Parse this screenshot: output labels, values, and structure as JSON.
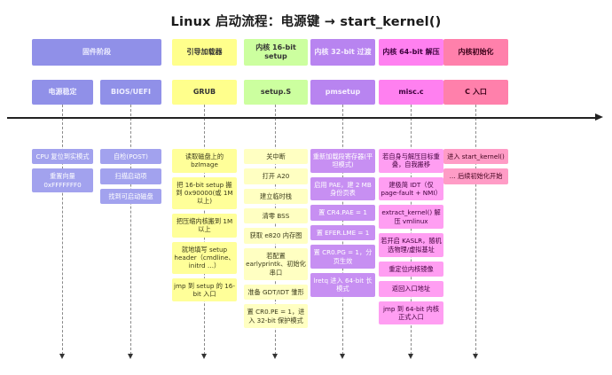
{
  "title": "Linux 启动流程：电源键 → start_kernel()",
  "colors": {
    "purple": "#9090e8",
    "yellow": "#ffff8c",
    "green": "#ccff9f",
    "pale_yellow": "#ffffc2",
    "violet": "#b884f0",
    "violet_light": "#c78ff2",
    "magenta": "#ff80f0",
    "magenta_light": "#ff9ef2",
    "pink": "#ff80ab",
    "pink_light": "#ff9cc6",
    "connector": "#8a8a8a",
    "timeline": "#222222"
  },
  "phases": [
    {
      "label": "固件阶段"
    },
    {
      "label": "引导加载器"
    },
    {
      "label": "内核 16-bit setup"
    },
    {
      "label": "内核 32-bit 过渡"
    },
    {
      "label": "内核 64-bit 解压"
    },
    {
      "label": "内核初始化"
    }
  ],
  "lanes": [
    {
      "label": "电源稳定",
      "steps": [
        "CPU 复位到实模式",
        "重置向量 0xFFFFFFF0"
      ]
    },
    {
      "label": "BIOS/UEFI",
      "steps": [
        "自检(POST)",
        "扫描启动项",
        "找到可启动磁盘"
      ]
    },
    {
      "label": "GRUB",
      "steps": [
        "读取磁盘上的 bzImage",
        "把 16-bit setup 搬到 0x90000(或 1M 以上)",
        "把压缩内核搬到 1M 以上",
        "就地填写 setup header（cmdline、initrd …）",
        "jmp 到 setup 的 16-bit 入口"
      ]
    },
    {
      "label": "setup.S",
      "steps": [
        "关中断",
        "打开 A20",
        "建立临时栈",
        "清零 BSS",
        "获取 e820 内存图",
        "若配置 earlyprintk、初始化串口",
        "准备 GDT/IDT 雏形",
        "置 CR0.PE = 1，进入 32-bit 保护模式"
      ]
    },
    {
      "label": "pmsetup",
      "steps": [
        "重新加载段寄存器(平坦模式)",
        "启用 PAE，建 2 MB 身份页表",
        "置 CR4.PAE = 1",
        "置 EFER.LME = 1",
        "置 CR0.PG = 1，分页生效",
        "lretq 进入 64-bit 长模式"
      ]
    },
    {
      "label": "misc.c",
      "steps": [
        "若自身与解压目标重叠，自我搬移",
        "建极简 IDT（仅 page-fault + NMI）",
        "extract_kernel() 解压 vmlinux",
        "若开启 KASLR，随机选物理/虚拟基址",
        "重定位内核镜像",
        "返回入口地址",
        "jmp 到 64-bit 内核正式入口"
      ]
    },
    {
      "label": "C 入口",
      "steps": [
        "进入 start_kernel()",
        "… 后续初始化开始"
      ]
    }
  ]
}
